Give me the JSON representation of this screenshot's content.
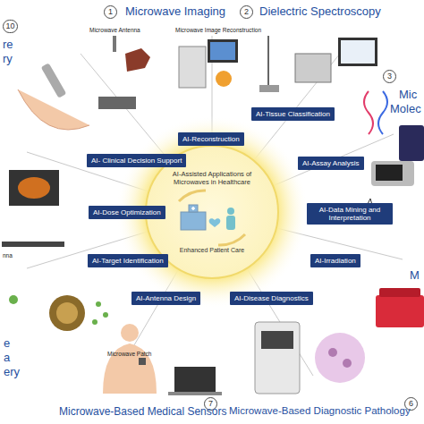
{
  "diagram": {
    "nodes": [
      {
        "text": [
          "AI-Assisted Applications of Microwaves in Healthcare",
          "Enhanced Patient Care"
        ]
      },
      {
        "text": [
          "AI-Reconstruction"
        ]
      },
      {
        "text": [
          "AI-Tissue Classification"
        ]
      },
      {
        "text": [
          "AI- Clinical Decision Support"
        ]
      },
      {
        "text": [
          "AI-Assay Analysis"
        ]
      },
      {
        "text": [
          "AI-Dose Optimization"
        ]
      },
      {
        "text": [
          "AI-Data Mining and Interpretation"
        ]
      },
      {
        "text": [
          "AI-Target Identification"
        ]
      },
      {
        "text": [
          "AI-Irradiation"
        ]
      },
      {
        "text": [
          "AI-Antenna Design"
        ]
      },
      {
        "text": [
          "AI-Disease Diagnostics"
        ]
      }
    ],
    "labels": [
      "1",
      "Microwave Imaging",
      "Microwave Antenna",
      "Microwave Image Reconstruction",
      "2",
      "Dielectric Spectroscopy",
      "3",
      "Mic",
      "Molec",
      "10",
      "re",
      "ry",
      "nna",
      "e",
      "a",
      "ery",
      "M",
      "Microwave Patch",
      "7",
      "Microwave-Based Medical Sensors",
      "6",
      "Microwave-Based Diagnostic Pathology"
    ]
  }
}
